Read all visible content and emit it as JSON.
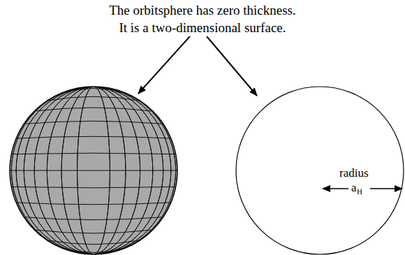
{
  "diagram": {
    "labels": [
      "The orbitsphere has zero thickness. It is a two-dimensional surface.",
      "radius",
      "a",
      "H"
    ]
  }
}
